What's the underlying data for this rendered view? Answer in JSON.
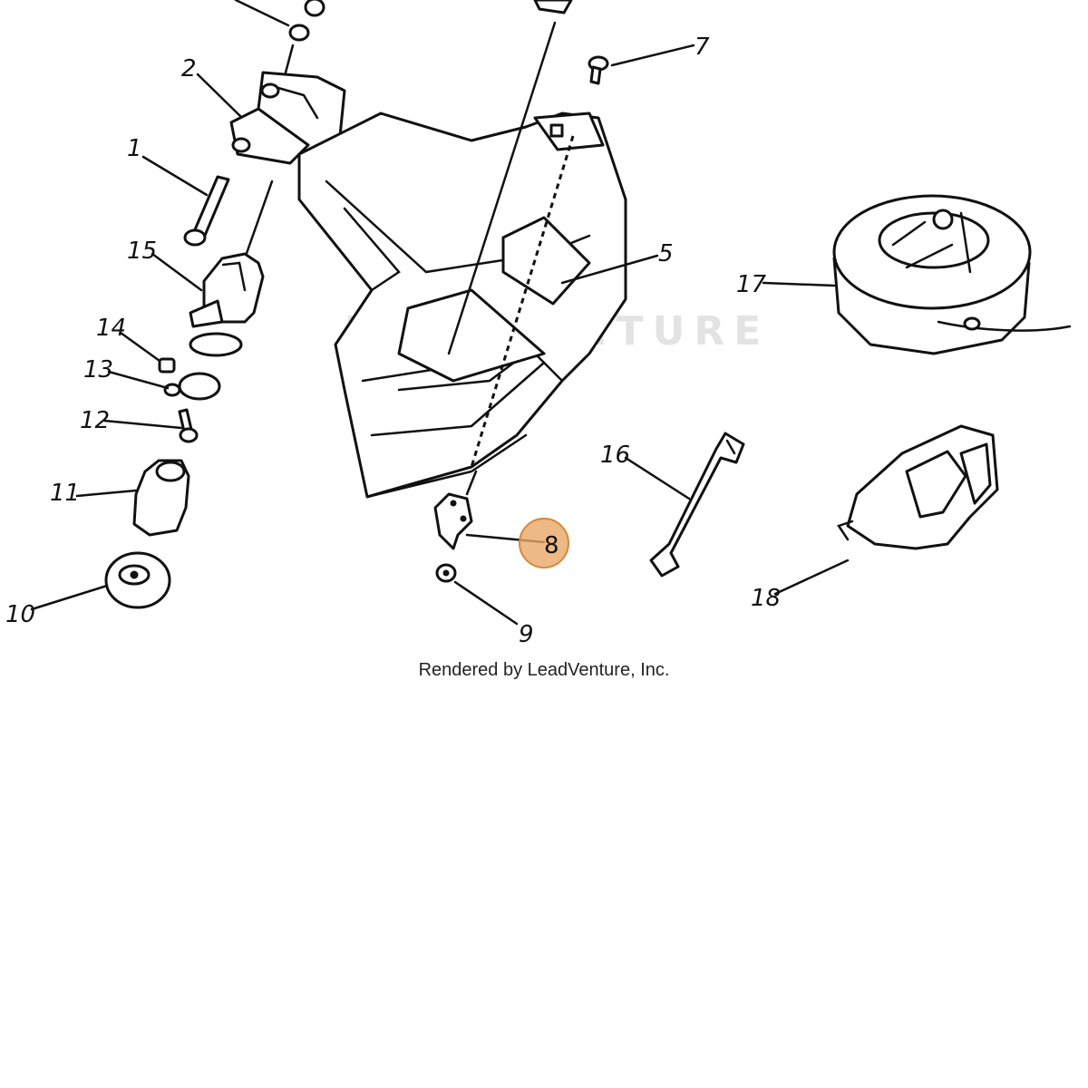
{
  "diagram": {
    "watermark": "LEADVENTURE",
    "credit": "Rendered by LeadVenture, Inc.",
    "highlight_color": "#e8a866",
    "selected_callout": "8",
    "callouts": {
      "c1": "1",
      "c2": "2",
      "c5": "5",
      "c7": "7",
      "c8": "8",
      "c9": "9",
      "c10": "10",
      "c11": "11",
      "c12": "12",
      "c13": "13",
      "c14": "14",
      "c15": "15",
      "c16": "16",
      "c17": "17",
      "c18": "18"
    }
  }
}
